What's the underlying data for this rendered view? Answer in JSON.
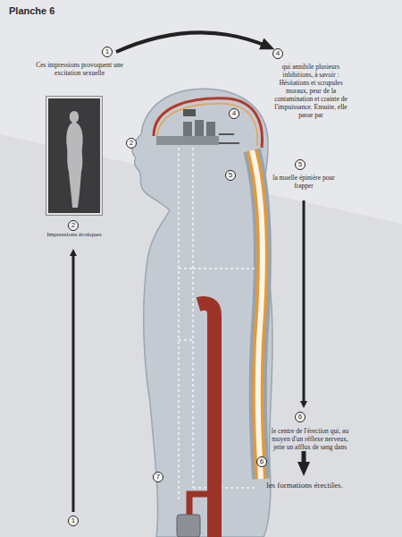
{
  "diagram": {
    "nodes": [
      {
        "text": [
          "Impressions érotiques"
        ]
      }
    ],
    "labels": [
      "Planche 6",
      "1",
      "Ces impressions provoquent une excitation sexuelle",
      "4",
      "qui annihile plusieurs inhibitions, à savoir : Hésitations et scrupules moraux, peur de la contamination et crainte de l'impuissance. Ensuite, elle passe par",
      "5",
      "la moelle épinière pour frapper",
      "6",
      "le centre de l'érection qui, au moyen d'un réflexe nerveux, jette un afflux de sang dans",
      "les formations érectiles.",
      "2",
      "4",
      "5",
      "6",
      "7",
      "2",
      "1"
    ]
  }
}
